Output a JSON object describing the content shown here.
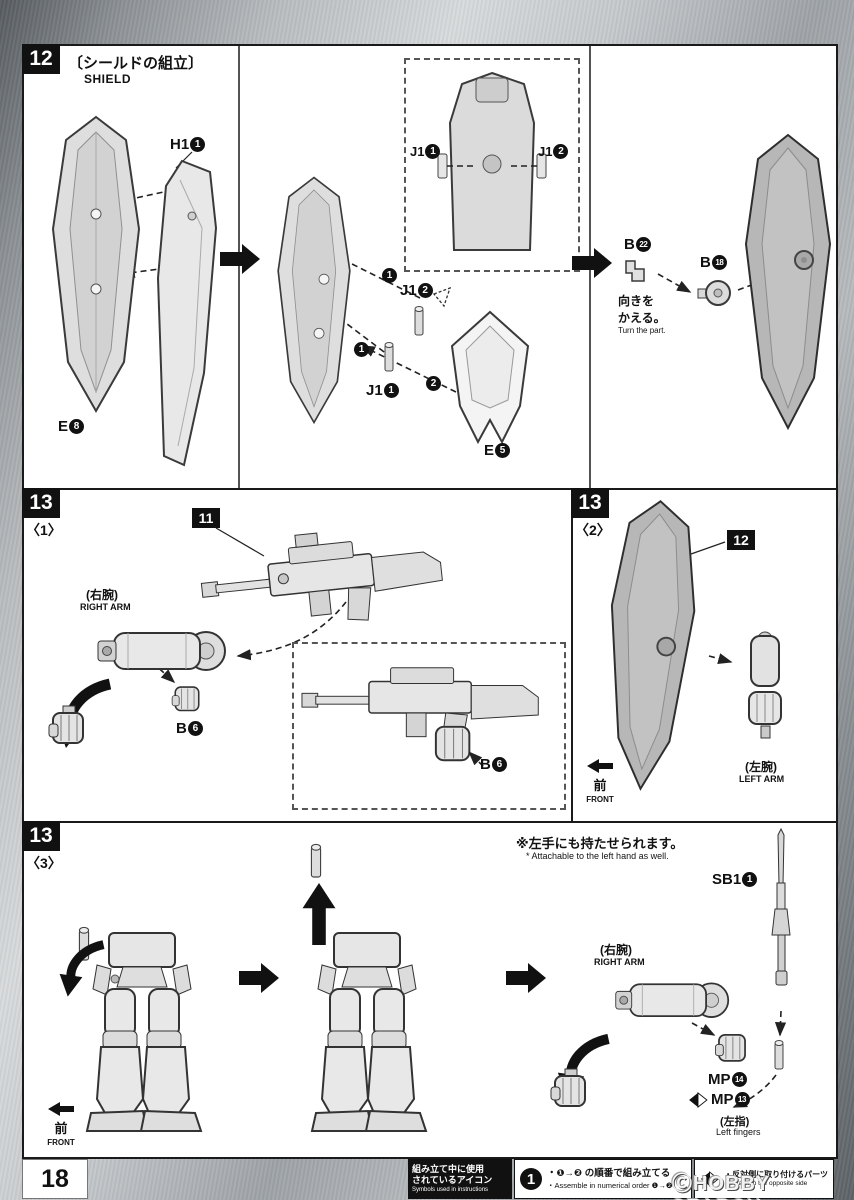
{
  "page": {
    "number": "18",
    "watermark": "ⒸHOBBY SEARCH"
  },
  "legend": {
    "title_jp1": "組み立て中に使用",
    "title_jp2": "されているアイコン",
    "title_en": "Symbols used in instructions",
    "order_num": "1",
    "order_jp": "・❶→❷ の順番で組み立てる",
    "order_en": "・Assemble in numerical order ❶→❷",
    "opposite_jp": "・反対側に取り付けるパーツ",
    "opposite_en": "・Attach to the opposite side"
  },
  "step12": {
    "badge": "12",
    "title_jp": "〔シールドの組立〕",
    "title_en": "SHIELD",
    "e8_prefix": "E",
    "e8_num": "8",
    "h1_prefix": "H1",
    "h1_num": "1",
    "order1": "1",
    "order1b": "1",
    "order2": "2",
    "j12_prefix": "J1",
    "j12_num": "2",
    "j11_prefix": "J1",
    "j11_num": "1",
    "inset_j11_prefix": "J1",
    "inset_j11_num": "1",
    "inset_j12_prefix": "J1",
    "inset_j12_num": "2",
    "e5_prefix": "E",
    "e5_num": "5",
    "b22_prefix": "B",
    "b22_num": "22",
    "b18_prefix": "B",
    "b18_num": "18",
    "turn_jp1": "向きを",
    "turn_jp2": "かえる。",
    "turn_en": "Turn the part."
  },
  "step13_1": {
    "badge": "13",
    "sub": "〈1〉",
    "unit": "11",
    "arm_jp": "(右腕)",
    "arm_en": "RIGHT ARM",
    "b6_prefix": "B",
    "b6_num": "6",
    "inset_b6_prefix": "B",
    "inset_b6_num": "6"
  },
  "step13_2": {
    "badge": "13",
    "sub": "〈2〉",
    "unit": "12",
    "front_jp": "前",
    "front_en": "FRONT",
    "arm_jp": "(左腕)",
    "arm_en": "LEFT ARM"
  },
  "step13_3": {
    "badge": "13",
    "sub": "〈3〉",
    "note_jp": "※左手にも持たせられます。",
    "note_en": "* Attachable to the left hand as well.",
    "sb1_prefix": "SB1",
    "sb1_num": "1",
    "arm_jp": "(右腕)",
    "arm_en": "RIGHT ARM",
    "mp14_prefix": "MP",
    "mp14_num": "14",
    "mp13_prefix": "MP",
    "mp13_num": "13",
    "fingers_jp": "(左指)",
    "fingers_en": "Left fingers",
    "front_jp": "前",
    "front_en": "FRONT"
  }
}
